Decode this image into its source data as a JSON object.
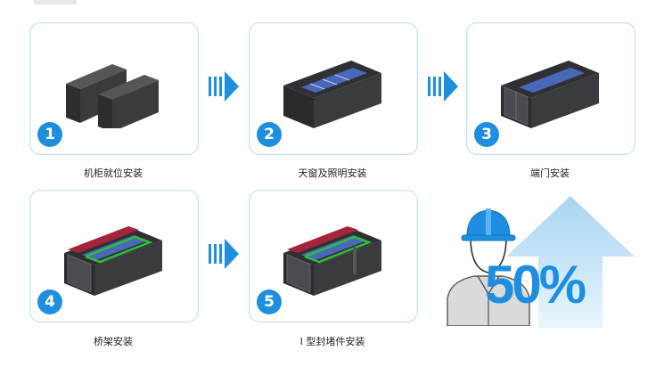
{
  "steps": [
    {
      "num": "1",
      "label": "机柜就位安装"
    },
    {
      "num": "2",
      "label": "天窗及照明安装"
    },
    {
      "num": "3",
      "label": "端门安装"
    },
    {
      "num": "4",
      "label": "桥架安装"
    },
    {
      "num": "5",
      "label": "I 型封堵件安装"
    }
  ],
  "highlight": {
    "value": "50%"
  },
  "colors": {
    "accent": "#1e8fe0",
    "cabinet": "#3a3b3f",
    "tray_red": "#a5243a",
    "tray_green": "#2fbf3a",
    "skylight": "#4a68b8"
  },
  "icons": [
    "chevron-arrow-icon",
    "worker-helmet-icon",
    "up-arrow-icon"
  ]
}
